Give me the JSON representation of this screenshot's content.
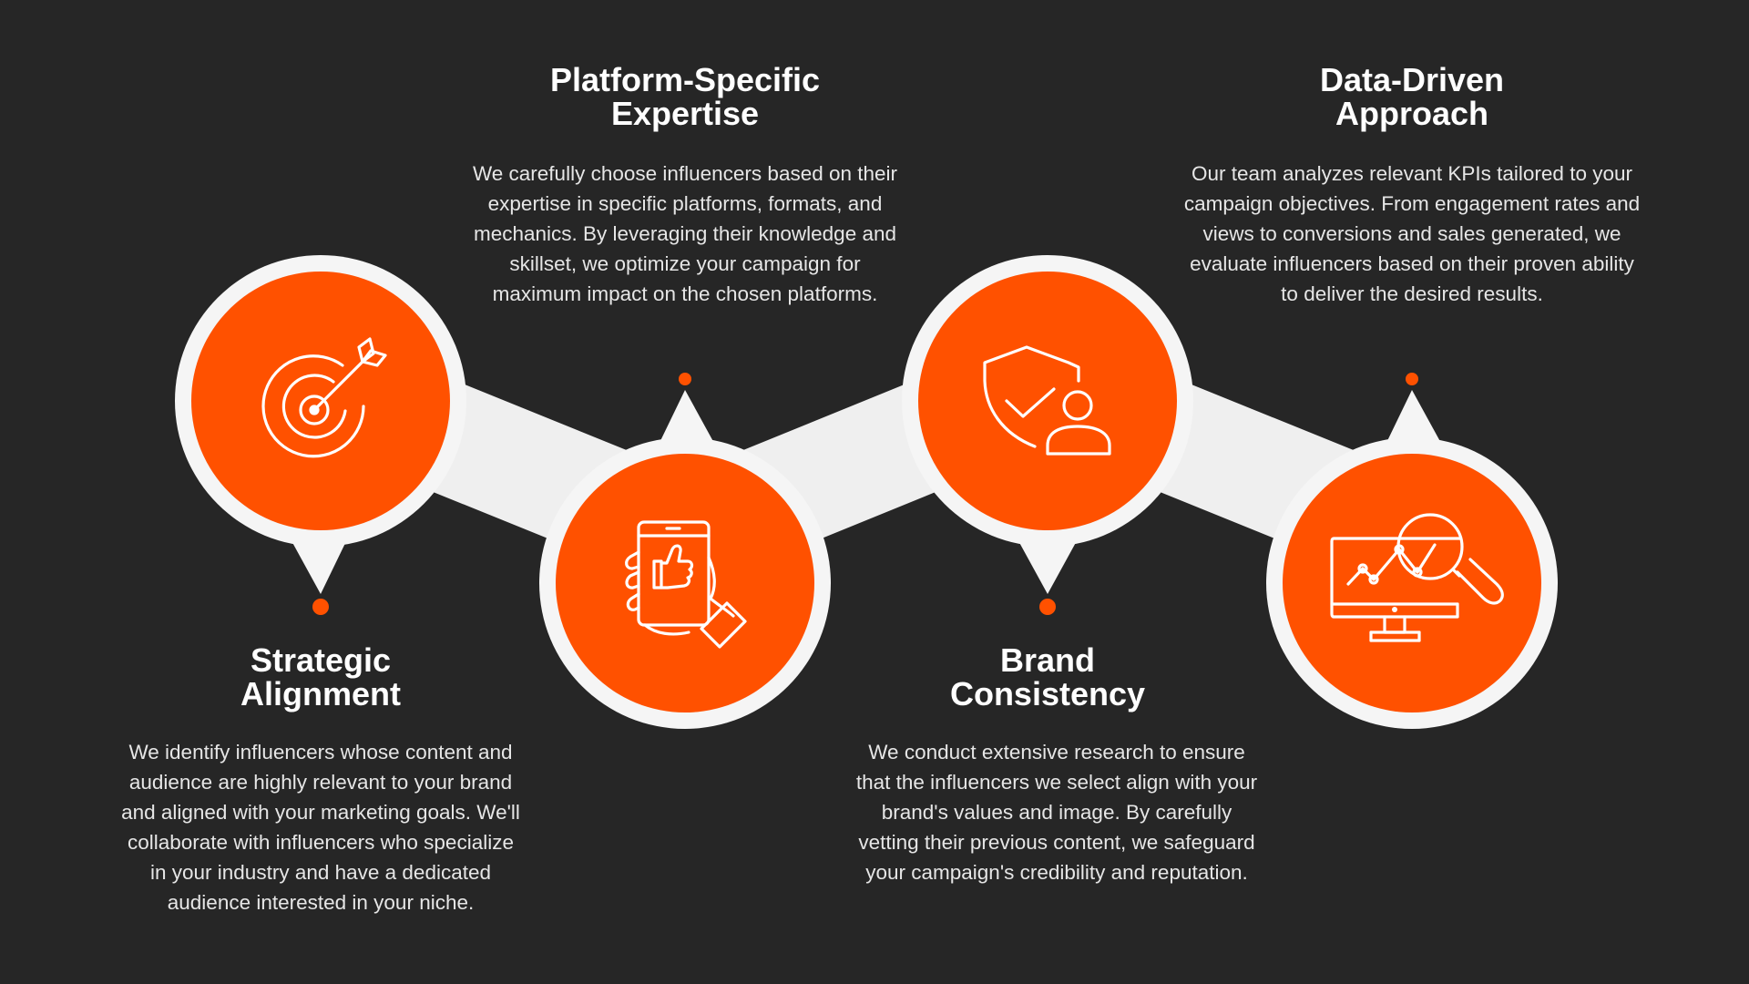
{
  "colors": {
    "background": "#262626",
    "accent": "#ff5100",
    "ring": "#f5f5f5",
    "connector": "#efefef",
    "icon_stroke": "#ffffff"
  },
  "steps": [
    {
      "icon": "target-arrow-icon",
      "title_lines": [
        "Strategic",
        "Alignment"
      ],
      "desc_lines": [
        "We identify influencers whose content and",
        "audience are highly relevant to your brand",
        "and aligned with your marketing goals. We'll",
        "collaborate with influencers who specialize",
        "in your industry and have a dedicated",
        "audience interested in your niche."
      ]
    },
    {
      "icon": "phone-thumbs-up-icon",
      "title_lines": [
        "Platform-Specific",
        "Expertise"
      ],
      "desc_lines": [
        "We carefully choose influencers based on their",
        "expertise in specific platforms, formats, and",
        "mechanics. By leveraging their knowledge and",
        "skillset, we optimize your campaign for",
        "maximum impact on the chosen platforms."
      ]
    },
    {
      "icon": "shield-user-check-icon",
      "title_lines": [
        "Brand",
        "Consistency"
      ],
      "desc_lines": [
        "We conduct extensive research to ensure",
        "that the influencers we select align with your",
        "brand's values and image. By carefully",
        "vetting their previous content, we safeguard",
        "your campaign's credibility and reputation."
      ]
    },
    {
      "icon": "monitor-chart-magnifier-icon",
      "title_lines": [
        "Data-Driven",
        "Approach"
      ],
      "desc_lines": [
        "Our team analyzes relevant KPIs tailored to your",
        "campaign objectives. From engagement rates and",
        "views to conversions and sales generated, we",
        "evaluate influencers based on their proven ability",
        "to deliver the desired results."
      ]
    }
  ]
}
